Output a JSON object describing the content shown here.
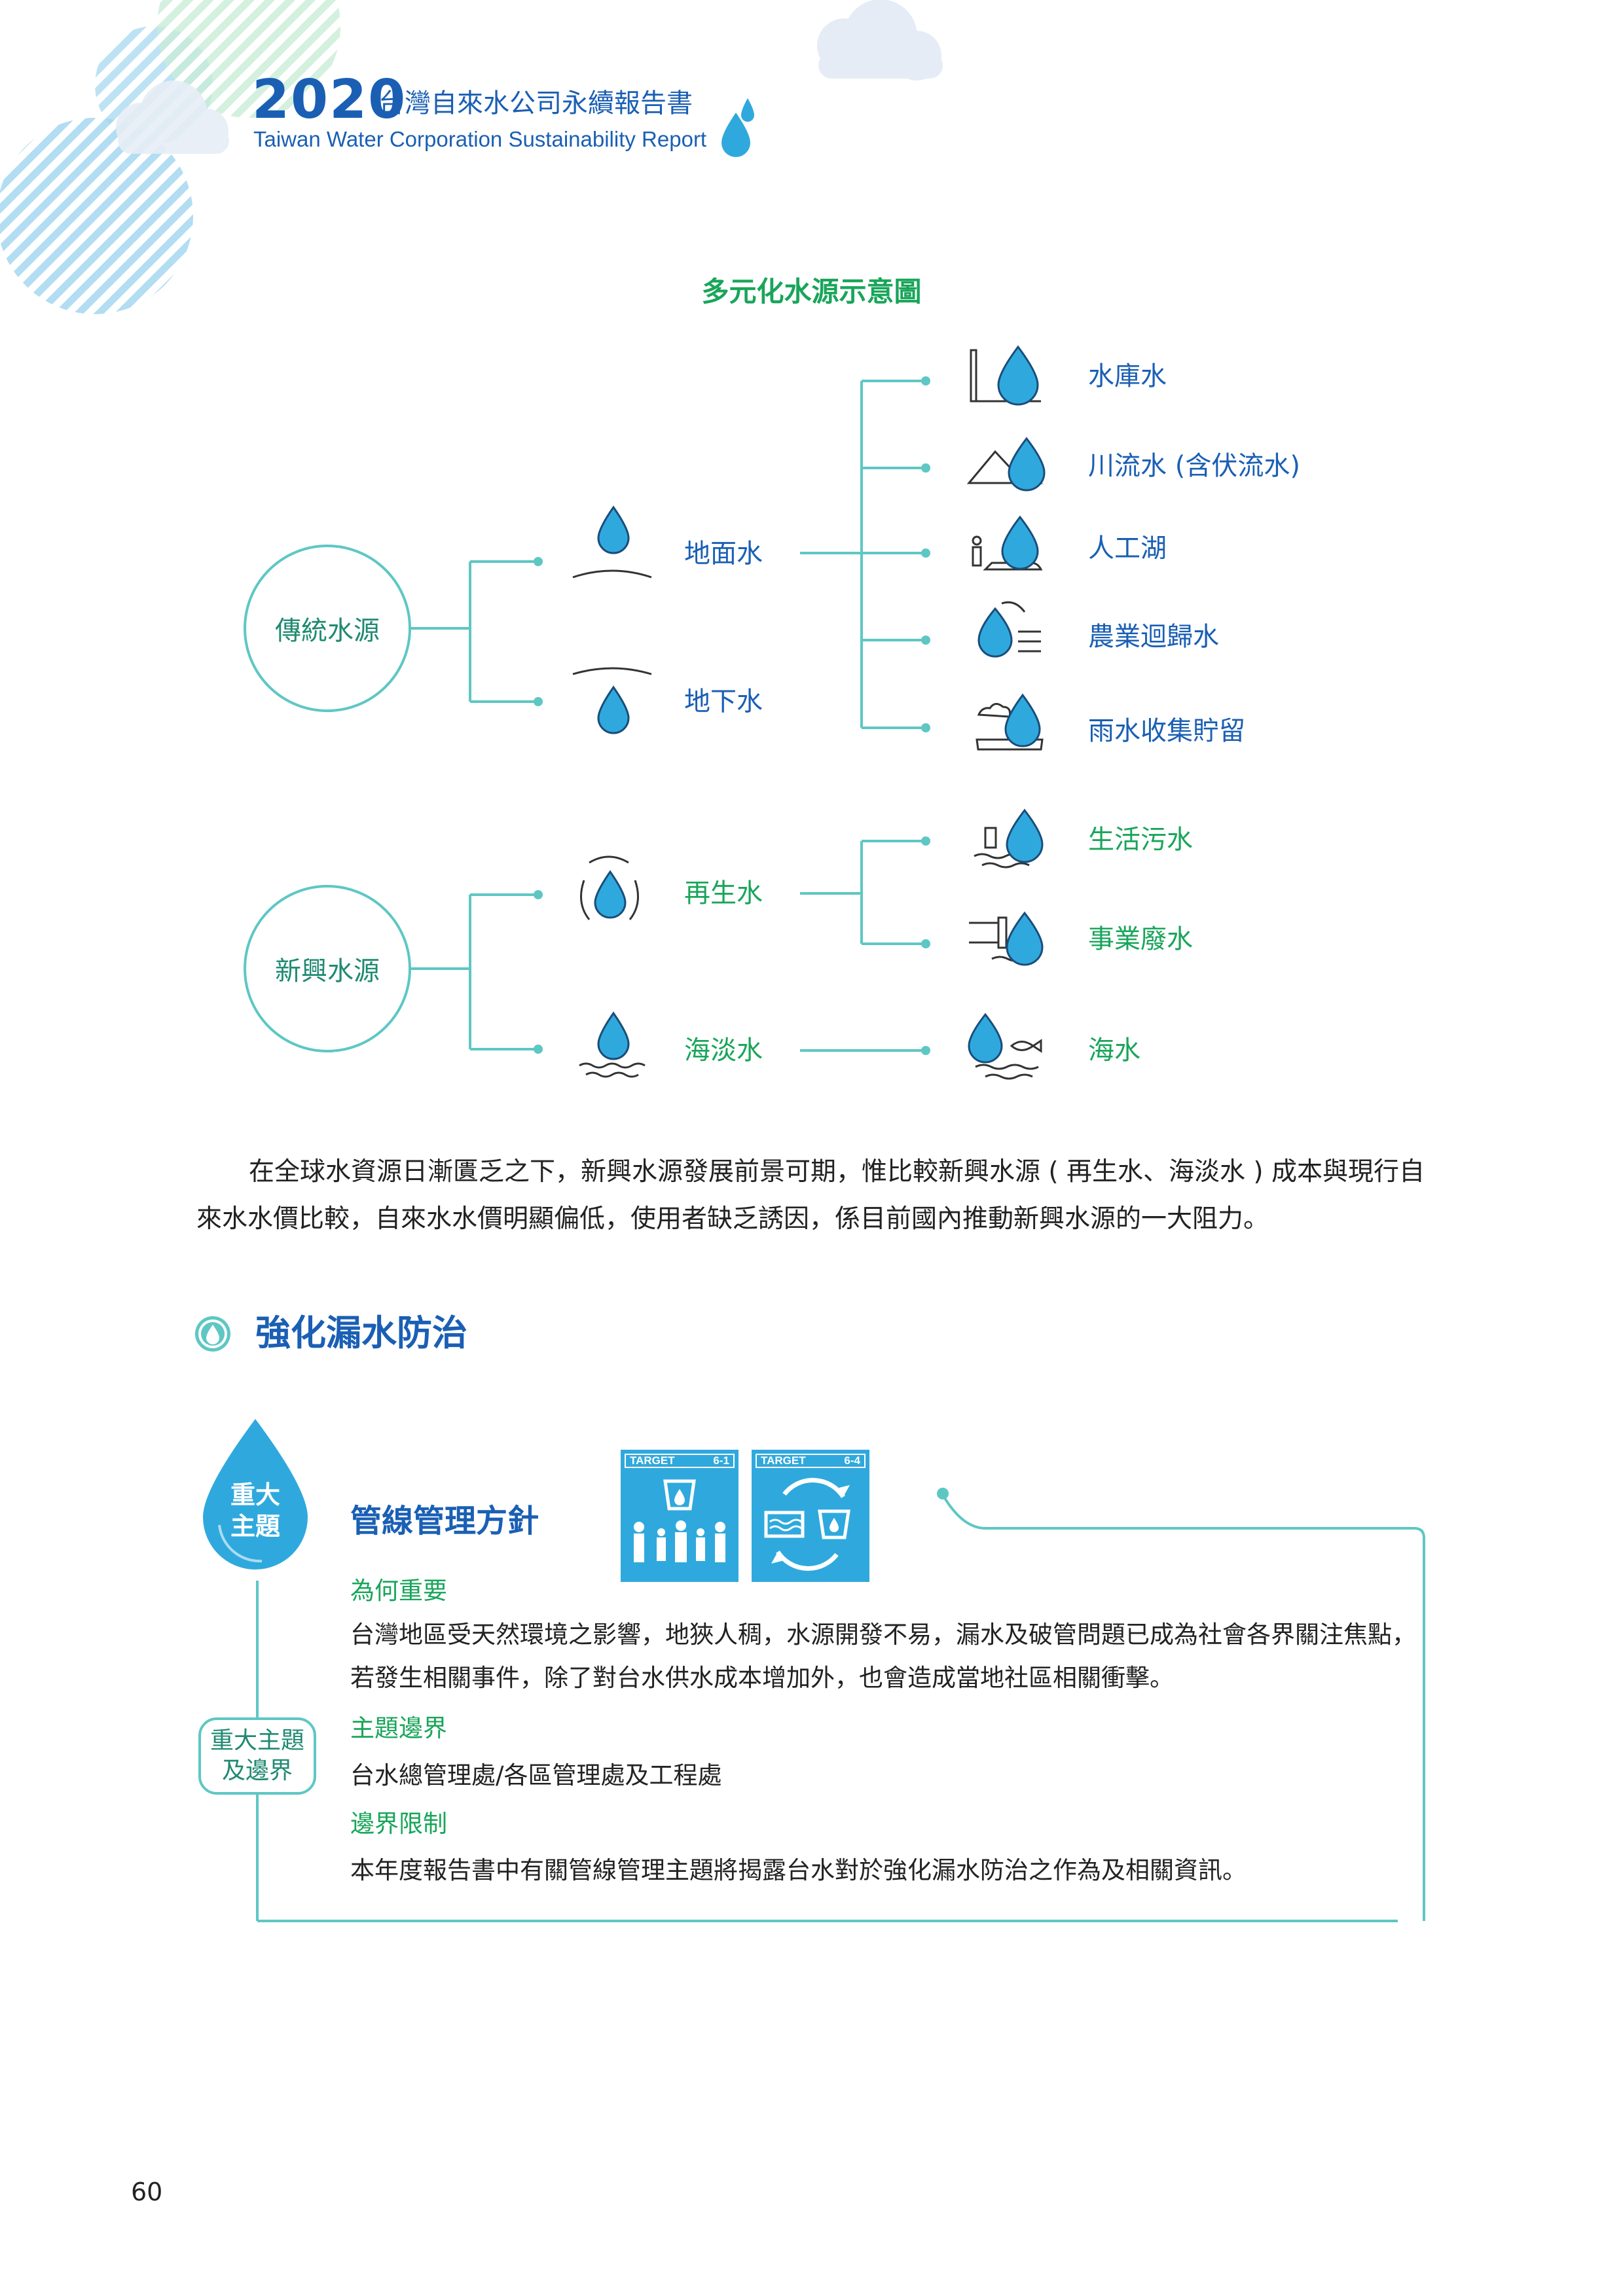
{
  "header": {
    "year": "2020",
    "title_zh": "台灣自來水公司永續報告書",
    "title_en": "Taiwan Water Corporation Sustainability Report"
  },
  "diagram": {
    "title": "多元化水源示意圖",
    "traditional": {
      "label": "傳統水源",
      "surface": {
        "label": "地面水",
        "leaves": [
          "水庫水",
          "川流水 (含伏流水)",
          "人工湖",
          "農業迴歸水",
          "雨水收集貯留"
        ]
      },
      "ground": {
        "label": "地下水"
      }
    },
    "emerging": {
      "label": "新興水源",
      "recycled": {
        "label": "再生水",
        "leaves": [
          "生活污水",
          "事業廢水"
        ]
      },
      "desal": {
        "label": "海淡水",
        "leaves": [
          "海水"
        ]
      }
    }
  },
  "paragraph": "在全球水資源日漸匱乏之下，新興水源發展前景可期，惟比較新興水源 ( 再生水、海淡水 ) 成本與現行自來水水價比較，自來水水價明顯偏低，使用者缺乏誘因，係目前國內推動新興水源的一大阻力。",
  "section": {
    "title": "強化漏水防治"
  },
  "material_topic": {
    "drop_label_line1": "重大",
    "drop_label_line2": "主題",
    "title": "管線管理方針",
    "badge_line1": "重大主題",
    "badge_line2": "及邊界",
    "sdg": [
      {
        "tag": "TARGET",
        "number": "6-1"
      },
      {
        "tag": "TARGET",
        "number": "6-4"
      }
    ],
    "why_heading": "為何重要",
    "why_text": "台灣地區受天然環境之影響，地狹人稠，水源開發不易，漏水及破管問題已成為社會各界關注焦點，若發生相關事件，除了對台水供水成本增加外，也會造成當地社區相關衝擊。",
    "boundary_heading": "主題邊界",
    "boundary_text": "台水總管理處/各區管理處及工程處",
    "limit_heading": "邊界限制",
    "limit_text": "本年度報告書中有關管線管理主題將揭露台水對於強化漏水防治之作為及相關資訊。"
  },
  "page_number": "60",
  "colors": {
    "blue": "#1a5fb4",
    "green": "#19a55a",
    "teal": "#5ec7c4",
    "drop": "#2fa9dd",
    "sdg": "#2fa9dd"
  }
}
